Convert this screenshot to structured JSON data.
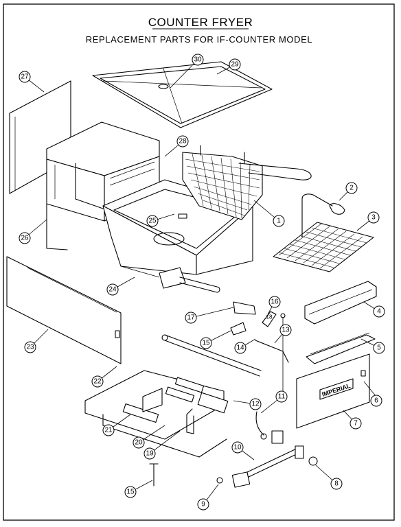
{
  "title": "COUNTER FRYER",
  "subtitle": "REPLACEMENT PARTS FOR IF-COUNTER MODEL",
  "panel_logo": "IMPERIAL",
  "part_numbers": [
    "1",
    "2",
    "3",
    "4",
    "5",
    "6",
    "7",
    "8",
    "9",
    "10",
    "11",
    "12",
    "13",
    "14",
    "15",
    "16",
    "17",
    "18",
    "19",
    "20",
    "21",
    "22",
    "23",
    "24",
    "25",
    "26",
    "27",
    "28",
    "29",
    "30"
  ]
}
